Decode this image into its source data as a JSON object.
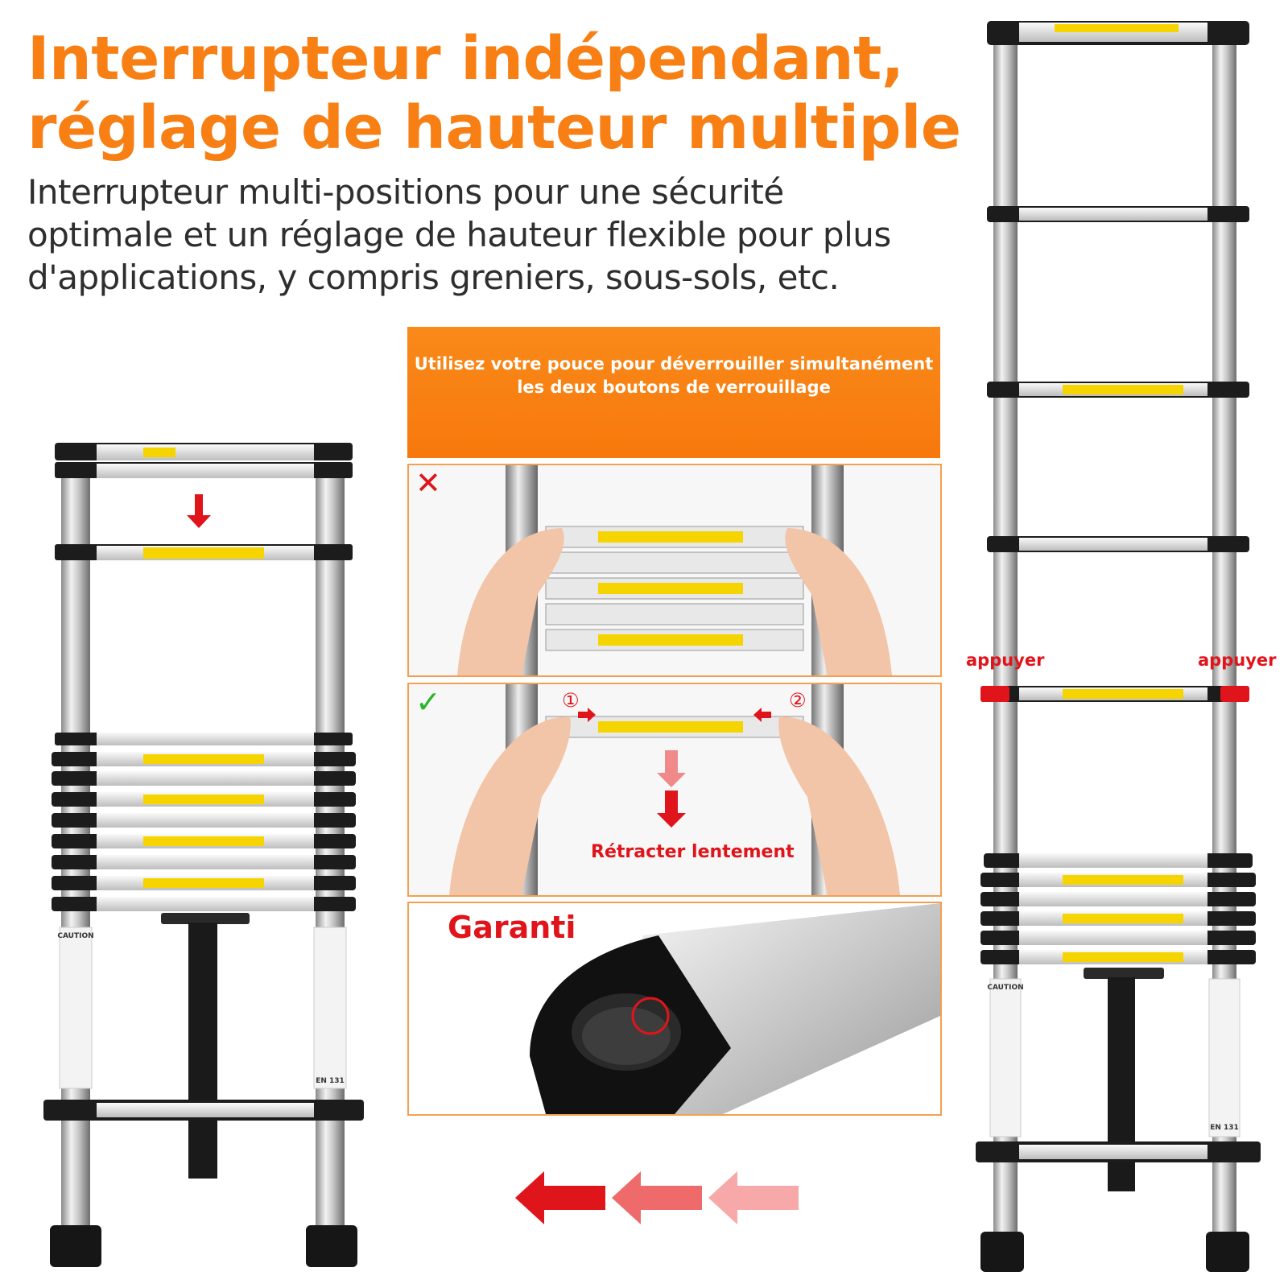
{
  "headline": {
    "line1": "Interrupteur indépendant,",
    "line2": "réglage de hauteur multiple"
  },
  "description": {
    "line1": "Interrupteur multi-positions pour une sécurité",
    "line2": "optimale et un réglage de hauteur flexible pour plus",
    "line3": "d'applications, y compris greniers, sous-sols, etc."
  },
  "banner": {
    "line1": "Utilisez votre pouce pour déverrouiller simultanément",
    "line2": "les deux boutons de verrouillage"
  },
  "panels": {
    "wrong": {
      "mark": "✕"
    },
    "right": {
      "mark": "✓",
      "step1": "①",
      "step2": "②",
      "caption": "Rétracter lentement"
    },
    "lock": {
      "caption": "Garanti"
    }
  },
  "ladder_right": {
    "press_left": "appuyer",
    "press_right": "appuyer",
    "caution": "CAUTION",
    "standard": "EN 131"
  },
  "ladder_left": {
    "caution": "CAUTION",
    "standard": "EN 131"
  },
  "colors": {
    "accent_orange": "#f77f14",
    "alert_red": "#e0141b",
    "check_green": "#2bb52b",
    "label_yellow": "#f5d400"
  }
}
